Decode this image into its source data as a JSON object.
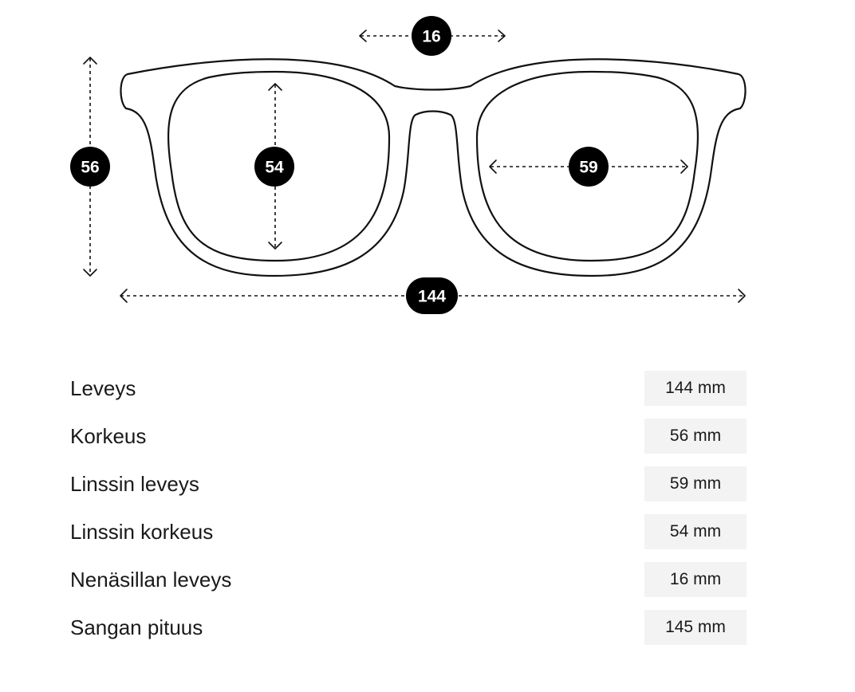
{
  "diagram": {
    "bridge_badge": "16",
    "frame_height_badge": "56",
    "lens_height_badge": "54",
    "lens_width_badge": "59",
    "total_width_badge": "144"
  },
  "specs": [
    {
      "label": "Leveys",
      "value": "144 mm"
    },
    {
      "label": "Korkeus",
      "value": "56 mm"
    },
    {
      "label": "Linssin leveys",
      "value": "59 mm"
    },
    {
      "label": "Linssin korkeus",
      "value": "54 mm"
    },
    {
      "label": "Nenäsillan leveys",
      "value": "16 mm"
    },
    {
      "label": "Sangan pituus",
      "value": "145 mm"
    }
  ],
  "colors": {
    "badge": "#000000",
    "value_bg": "#f3f3f3",
    "outline": "#111111"
  }
}
